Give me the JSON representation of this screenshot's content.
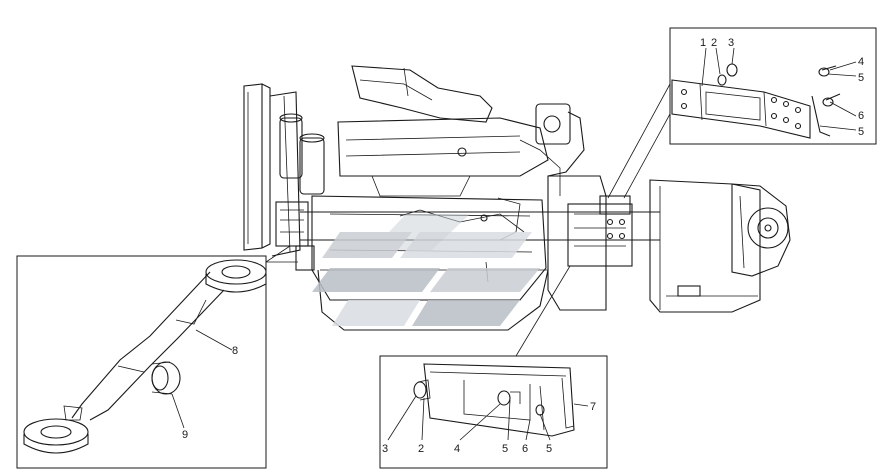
{
  "diagram": {
    "callouts": {
      "top_right": [
        "1",
        "2",
        "3",
        "4",
        "5",
        "6",
        "5"
      ],
      "left": [
        "8",
        "9"
      ],
      "bottom": [
        "3",
        "2",
        "4",
        "5",
        "6",
        "5",
        "7"
      ]
    },
    "watermark": {
      "colors": [
        "#c9ced4",
        "#d9dde2",
        "#b9bfc6"
      ]
    },
    "line_color": "#1a1a1a"
  }
}
